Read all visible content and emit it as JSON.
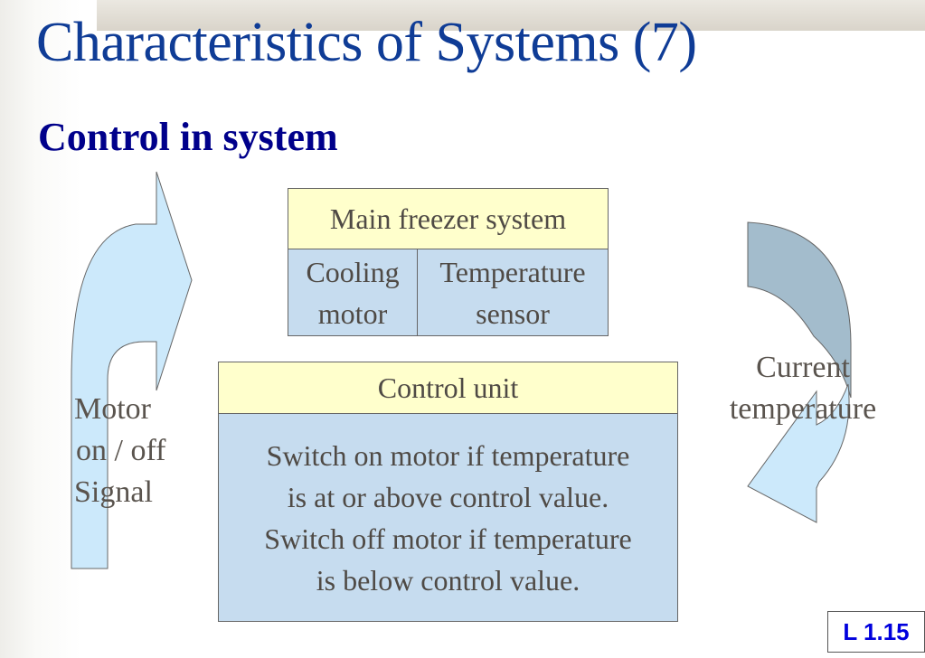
{
  "title": "Characteristics of Systems (7)",
  "subtitle": "Control in system",
  "freezer": {
    "header": "Main freezer system",
    "cell1": "Cooling motor",
    "cell2": "Temperature sensor"
  },
  "control": {
    "header": "Control unit",
    "line1": "Switch on motor if temperature",
    "line2": "is at or above control value.",
    "line3": "Switch off motor if temperature",
    "line4": "is below control value."
  },
  "left_label": {
    "l1": "Motor",
    "l2": "on / off",
    "l3": "Signal"
  },
  "right_label": {
    "l1": "Current",
    "l2": "temperature"
  },
  "slide_number": "L 1.15",
  "colors": {
    "title": "#0f3c96",
    "header_fill": "#ffffcc",
    "body_fill": "#c6dcef",
    "arrow_light": "#cce9fb",
    "arrow_dark": "#a3bccc"
  }
}
